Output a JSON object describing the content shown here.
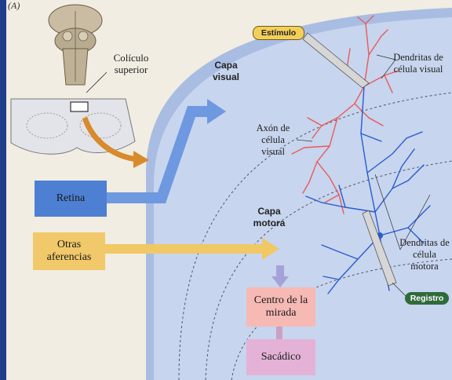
{
  "panel_label": "(A)",
  "labels": {
    "coliculo": "Colículo superior",
    "capa_visual": "Capa visual",
    "capa_motora": "Capa motora",
    "axon": "Axón de célula visual",
    "dendritas_visual": "Dendritas de célula visual",
    "dendritas_motora": "Dendritas de célula motora"
  },
  "boxes": {
    "retina": "Retina",
    "otras": "Otras aferencias",
    "centro": "Centro de la mirada",
    "sacadico": "Sacádico"
  },
  "pills": {
    "estimulo": "Estímulo",
    "registro": "Registro"
  },
  "colors": {
    "background_blue": "#1f3f8c",
    "page_cream": "#f1ede2",
    "layer_light": "#c9d6ee",
    "layer_dark": "#a9bde3",
    "retina_box": "#4d7fd2",
    "otras_box": "#f1c86a",
    "centro_box": "#f7b9b4",
    "sacadico_box": "#e3b2d6",
    "visual_neuron": "#ea5a5a",
    "motor_neuron": "#2a5bd0",
    "arrow_orange": "#d98a2a",
    "estimulo_pill": "#f3cf5a",
    "registro_pill": "#2f6b3a"
  }
}
